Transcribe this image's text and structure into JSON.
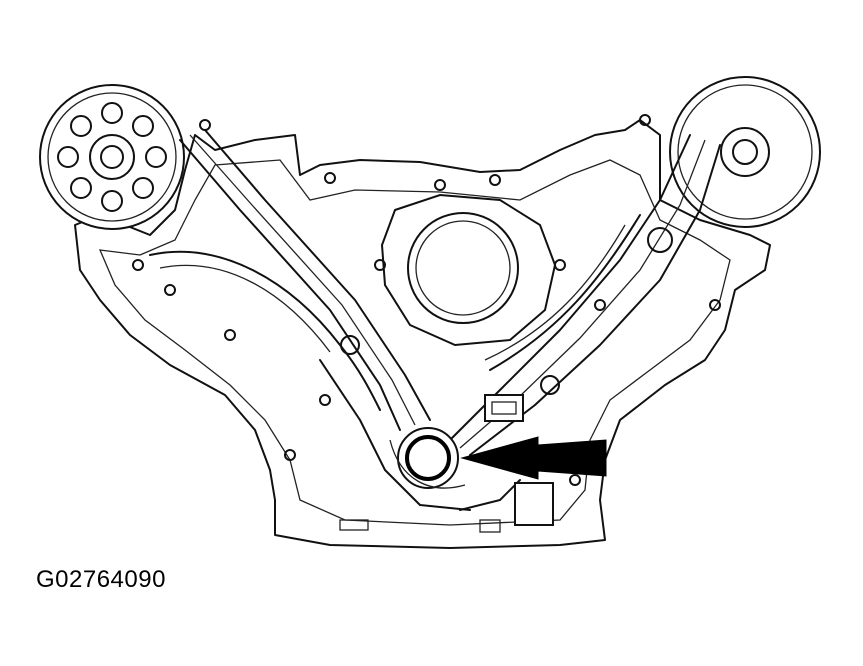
{
  "figure": {
    "id_label": "G02764090",
    "subject": "engine-front-timing-chain-assembly",
    "arrow_target": "crankshaft-sprocket"
  },
  "colors": {
    "line": "#111111",
    "background": "#ffffff",
    "arrow": "#000000"
  }
}
